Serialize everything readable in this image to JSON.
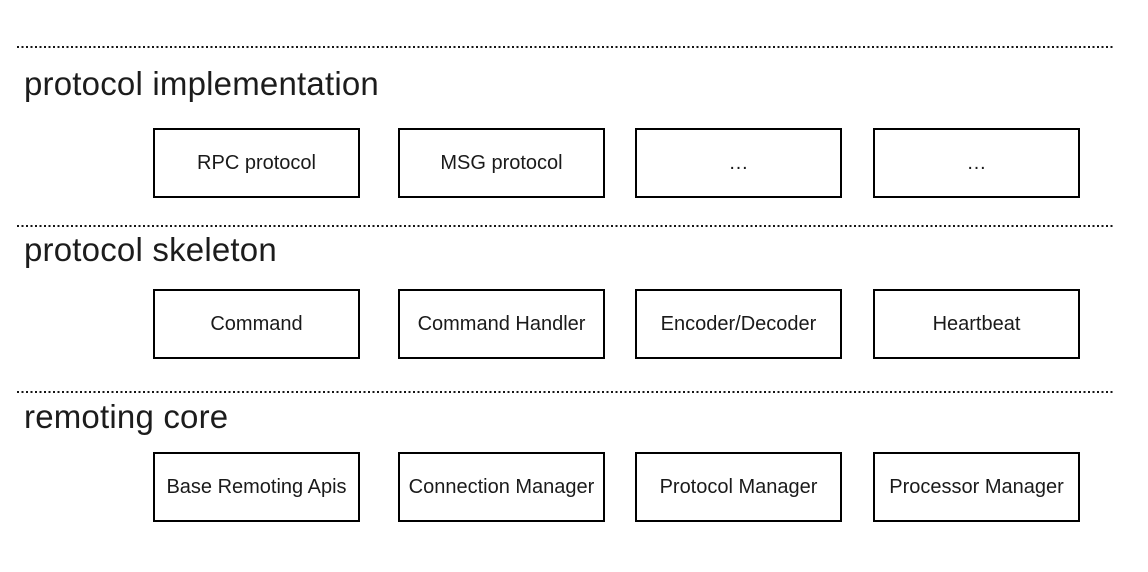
{
  "sections": [
    {
      "label": "protocol implementation",
      "boxes": [
        {
          "label": "RPC protocol"
        },
        {
          "label": "MSG protocol"
        },
        {
          "label": "…"
        },
        {
          "label": "…"
        }
      ]
    },
    {
      "label": "protocol skeleton",
      "boxes": [
        {
          "label": "Command"
        },
        {
          "label": "Command Handler"
        },
        {
          "label": "Encoder/Decoder"
        },
        {
          "label": "Heartbeat"
        }
      ]
    },
    {
      "label": "remoting core",
      "boxes": [
        {
          "label": "Base Remoting Apis"
        },
        {
          "label": "Connection Manager"
        },
        {
          "label": "Protocol Manager"
        },
        {
          "label": "Processor Manager"
        }
      ]
    }
  ],
  "colors": {
    "background": "#ffffff",
    "box_border": "#000000",
    "text": "#1a1a1a",
    "divider": "#151515"
  }
}
